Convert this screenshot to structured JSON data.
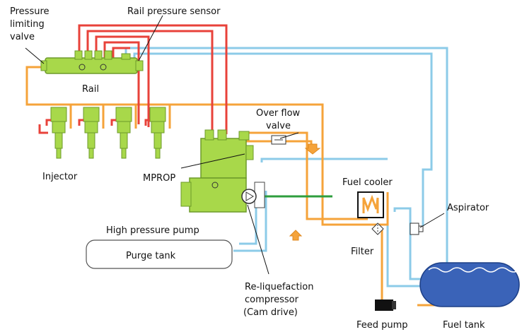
{
  "labels": {
    "pressure_limiting_valve_1": "Pressure",
    "pressure_limiting_valve_2": "limiting",
    "pressure_limiting_valve_3": "valve",
    "rail_pressure_sensor": "Rail pressure sensor",
    "rail": "Rail",
    "injector": "Injector",
    "mprop": "MPROP",
    "overflow_valve_1": "Over flow",
    "overflow_valve_2": "valve",
    "fuel_cooler": "Fuel cooler",
    "aspirator": "Aspirator",
    "high_pressure_pump": "High pressure pump",
    "purge_tank": "Purge tank",
    "filter": "Filter",
    "reliquefaction_1": "Re-liquefaction",
    "reliquefaction_2": "compressor",
    "reliquefaction_3": "(Cam drive)",
    "feed_pump": "Feed pump",
    "fuel_tank": "Fuel tank"
  },
  "colors": {
    "high_pressure_line": "#e8423a",
    "fuel_line": "#f5a33a",
    "return_line": "#8ccbe8",
    "gas_line": "#2e9e3e",
    "component_green": "#a8d84a",
    "component_dark": "#6d9a2a",
    "tank_blue": "#3a63b8",
    "feed_pump": "#111111"
  }
}
